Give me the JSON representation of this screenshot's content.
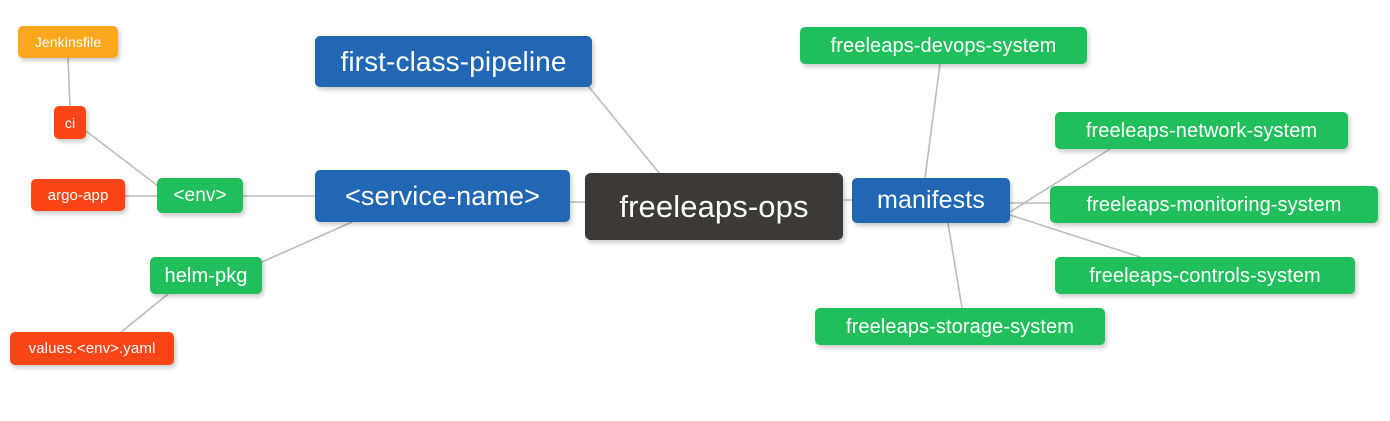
{
  "diagram": {
    "type": "mind-map",
    "title": "freeleaps-ops",
    "background": "#ffffff",
    "edge_color": "#bcbcbc",
    "palette": {
      "root": "#3d3935",
      "blue": "#2167b3",
      "green": "#21bf5b",
      "red": "#fa4616",
      "orange": "#fba81f",
      "text": "#ffffff"
    },
    "nodes": [
      {
        "id": "freeleaps-ops",
        "label": "freeleaps-ops",
        "kind": "root"
      },
      {
        "id": "service-name",
        "label": "<service-name>",
        "kind": "blue"
      },
      {
        "id": "first-class-pipeline",
        "label": "first-class-pipeline",
        "kind": "blue"
      },
      {
        "id": "manifests",
        "label": "manifests",
        "kind": "blue"
      },
      {
        "id": "env",
        "label": "<env>",
        "kind": "green"
      },
      {
        "id": "helm-pkg",
        "label": "helm-pkg",
        "kind": "green"
      },
      {
        "id": "ci",
        "label": "ci",
        "kind": "red"
      },
      {
        "id": "argo-app",
        "label": "argo-app",
        "kind": "red"
      },
      {
        "id": "values-yaml",
        "label": "values.<env>.yaml",
        "kind": "red"
      },
      {
        "id": "jenkinsfile",
        "label": "Jenkinsfile",
        "kind": "orange"
      },
      {
        "id": "devops-system",
        "label": "freeleaps-devops-system",
        "kind": "green"
      },
      {
        "id": "network-system",
        "label": "freeleaps-network-system",
        "kind": "green"
      },
      {
        "id": "monitoring-system",
        "label": "freeleaps-monitoring-system",
        "kind": "green"
      },
      {
        "id": "controls-system",
        "label": "freeleaps-controls-system",
        "kind": "green"
      },
      {
        "id": "storage-system",
        "label": "freeleaps-storage-system",
        "kind": "green"
      }
    ],
    "edges": [
      {
        "from": "freeleaps-ops",
        "to": "service-name"
      },
      {
        "from": "freeleaps-ops",
        "to": "first-class-pipeline"
      },
      {
        "from": "freeleaps-ops",
        "to": "manifests"
      },
      {
        "from": "service-name",
        "to": "env"
      },
      {
        "from": "service-name",
        "to": "helm-pkg"
      },
      {
        "from": "env",
        "to": "ci"
      },
      {
        "from": "env",
        "to": "argo-app"
      },
      {
        "from": "ci",
        "to": "jenkinsfile"
      },
      {
        "from": "helm-pkg",
        "to": "values-yaml"
      },
      {
        "from": "manifests",
        "to": "devops-system"
      },
      {
        "from": "manifests",
        "to": "network-system"
      },
      {
        "from": "manifests",
        "to": "monitoring-system"
      },
      {
        "from": "manifests",
        "to": "controls-system"
      },
      {
        "from": "manifests",
        "to": "storage-system"
      }
    ]
  }
}
